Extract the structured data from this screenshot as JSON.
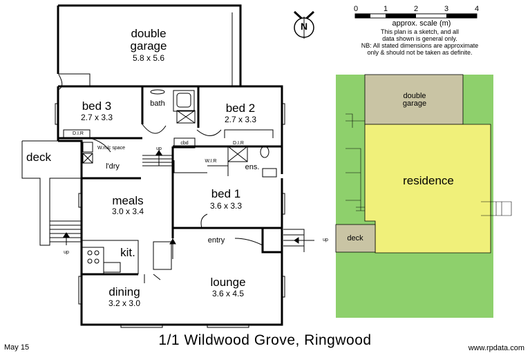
{
  "scale": {
    "ticks": [
      "0",
      "1",
      "2",
      "3",
      "4"
    ],
    "label": "approx. scale (m)",
    "note_lines": [
      "This plan is a sketch, and all",
      "data shown is general only.",
      "NB: All stated dimensions are approximate",
      "only & should not be taken as definite."
    ]
  },
  "compass": {
    "letter": "N"
  },
  "rooms": {
    "garage": {
      "name": "double garage",
      "line1": "double",
      "line2": "garage",
      "dims": "5.8 x 5.6"
    },
    "bed3": {
      "name": "bed 3",
      "dims": "2.7 x 3.3"
    },
    "bath": {
      "name": "bath"
    },
    "bed2": {
      "name": "bed 2",
      "dims": "2.7 x 3.3"
    },
    "deck": {
      "name": "deck"
    },
    "ldry": {
      "name": "l'dry"
    },
    "wm": {
      "name": "W.m/c space"
    },
    "cbd": {
      "name": "cbd"
    },
    "wir": {
      "name": "W.I.R"
    },
    "ens": {
      "name": "ens."
    },
    "dir1": {
      "name": "D.I.R"
    },
    "dir2": {
      "name": "D.I.R"
    },
    "meals": {
      "name": "meals",
      "dims": "3.0 x 3.4"
    },
    "bed1": {
      "name": "bed 1",
      "dims": "3.6 x 3.3"
    },
    "kit": {
      "name": "kit."
    },
    "entry": {
      "name": "entry"
    },
    "dining": {
      "name": "dining",
      "dims": "3.2 x 3.0"
    },
    "lounge": {
      "name": "lounge",
      "dims": "3.6 x 4.5"
    }
  },
  "arrows": {
    "up1": "up",
    "up2": "up",
    "up3": "up"
  },
  "site": {
    "garage_line1": "double",
    "garage_line2": "garage",
    "residence": "residence",
    "deck": "deck"
  },
  "colors": {
    "lawn": "#8ed06c",
    "residence": "#f0f07a",
    "garage": "#c9c4a4",
    "deck": "#c9c4a4"
  },
  "footer": {
    "date": "May 15",
    "title": "1/1 Wildwood Grove, Ringwood",
    "website": "www.rpdata.com"
  }
}
